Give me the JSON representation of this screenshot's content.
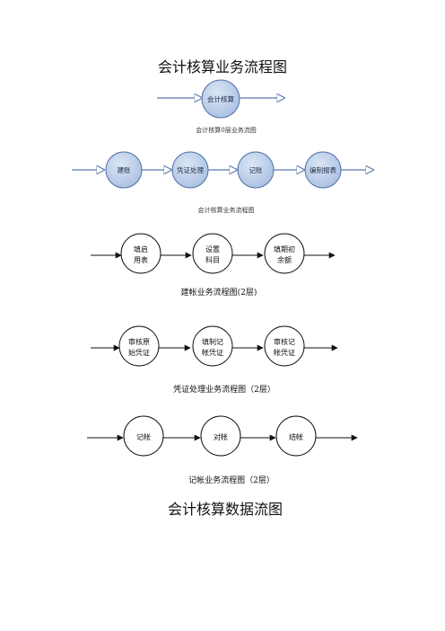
{
  "page": {
    "title": "会计核算业务流程图",
    "footer_title": "会计核算数据流图"
  },
  "colors": {
    "blue_fill": "#bdd0ea",
    "blue_stroke": "#4d6ea3",
    "arrow_blue": "#5a79b0",
    "black": "#111111"
  },
  "diagrams": [
    {
      "id": "level0",
      "caption": "会计核算0层业务流图",
      "nodes": [
        "会计核算"
      ]
    },
    {
      "id": "level1",
      "caption": "会计核算业务流程图",
      "nodes": [
        "建账",
        "凭证处理",
        "记账",
        "编制报表"
      ]
    },
    {
      "id": "setup",
      "caption": "建帐业务流程图(2层)",
      "nodes": [
        [
          "填启",
          "用表"
        ],
        [
          "设置",
          "科目"
        ],
        [
          "填期初",
          "余额"
        ]
      ]
    },
    {
      "id": "voucher",
      "caption": "凭证处理业务流程图（2层）",
      "nodes": [
        [
          "审核原",
          "始凭证"
        ],
        [
          "填制记",
          "帐凭证"
        ],
        [
          "审核记",
          "帐凭证"
        ]
      ]
    },
    {
      "id": "posting",
      "caption": "记帐业务流程图（2层）",
      "nodes": [
        "记帐",
        "对帐",
        "结帐"
      ]
    }
  ]
}
